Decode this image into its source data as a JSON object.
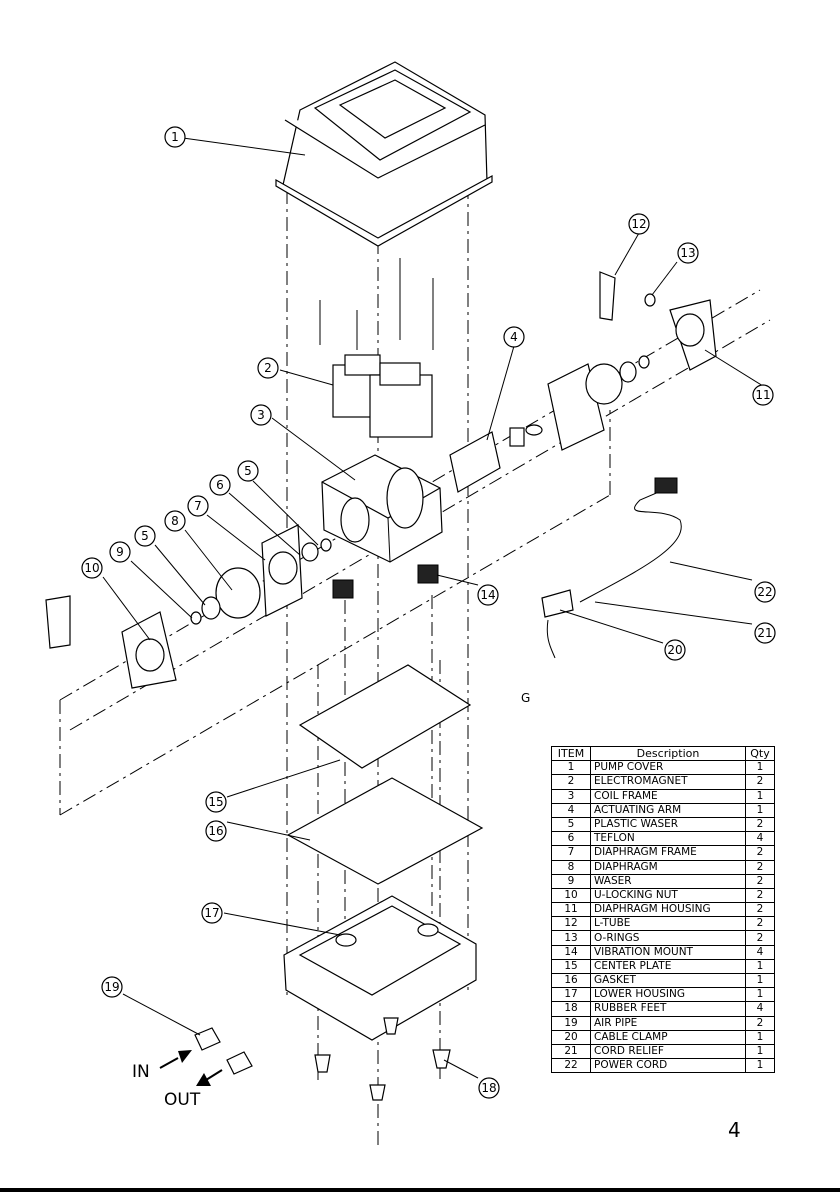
{
  "callouts": [
    {
      "n": "1",
      "target": "pump-cover"
    },
    {
      "n": "2",
      "target": "electromagnet"
    },
    {
      "n": "3",
      "target": "coil-frame"
    },
    {
      "n": "4",
      "target": "actuating-arm"
    },
    {
      "n": "5",
      "target": "plastic-waser"
    },
    {
      "n": "5",
      "target": "plastic-waser"
    },
    {
      "n": "6",
      "target": "teflon"
    },
    {
      "n": "7",
      "target": "diaphragm-frame"
    },
    {
      "n": "8",
      "target": "diaphragm"
    },
    {
      "n": "9",
      "target": "waser"
    },
    {
      "n": "10",
      "target": "u-locking-nut"
    },
    {
      "n": "11",
      "target": "diaphragm-housing"
    },
    {
      "n": "12",
      "target": "l-tube"
    },
    {
      "n": "13",
      "target": "o-rings"
    },
    {
      "n": "14",
      "target": "vibration-mount"
    },
    {
      "n": "15",
      "target": "center-plate"
    },
    {
      "n": "16",
      "target": "gasket"
    },
    {
      "n": "17",
      "target": "lower-housing"
    },
    {
      "n": "18",
      "target": "rubber-feet"
    },
    {
      "n": "19",
      "target": "air-pipe"
    },
    {
      "n": "20",
      "target": "cable-clamp"
    },
    {
      "n": "21",
      "target": "cord-relief"
    },
    {
      "n": "22",
      "target": "power-cord"
    }
  ],
  "ground_label": "G",
  "flow_labels": {
    "in": "IN",
    "out": "OUT"
  },
  "table": {
    "headers": {
      "item": "ITEM",
      "description": "Description",
      "qty": "Qty"
    },
    "rows": [
      {
        "item": "1",
        "description": "PUMP COVER",
        "qty": "1"
      },
      {
        "item": "2",
        "description": "ELECTROMAGNET",
        "qty": "2"
      },
      {
        "item": "3",
        "description": "COIL FRAME",
        "qty": "1"
      },
      {
        "item": "4",
        "description": "ACTUATING ARM",
        "qty": "1"
      },
      {
        "item": "5",
        "description": "PLASTIC WASER",
        "qty": "2"
      },
      {
        "item": "6",
        "description": "TEFLON",
        "qty": "4"
      },
      {
        "item": "7",
        "description": "DIAPHRAGM FRAME",
        "qty": "2"
      },
      {
        "item": "8",
        "description": "DIAPHRAGM",
        "qty": "2"
      },
      {
        "item": "9",
        "description": "WASER",
        "qty": "2"
      },
      {
        "item": "10",
        "description": "U-LOCKING NUT",
        "qty": "2"
      },
      {
        "item": "11",
        "description": "DIAPHRAGM HOUSING",
        "qty": "2"
      },
      {
        "item": "12",
        "description": "L-TUBE",
        "qty": "2"
      },
      {
        "item": "13",
        "description": "O-RINGS",
        "qty": "2"
      },
      {
        "item": "14",
        "description": "VIBRATION MOUNT",
        "qty": "4"
      },
      {
        "item": "15",
        "description": "CENTER PLATE",
        "qty": "1"
      },
      {
        "item": "16",
        "description": "GASKET",
        "qty": "1"
      },
      {
        "item": "17",
        "description": "LOWER HOUSING",
        "qty": "1"
      },
      {
        "item": "18",
        "description": "RUBBER FEET",
        "qty": "4"
      },
      {
        "item": "19",
        "description": "AIR PIPE",
        "qty": "2"
      },
      {
        "item": "20",
        "description": "CABLE CLAMP",
        "qty": "1"
      },
      {
        "item": "21",
        "description": "CORD RELIEF",
        "qty": "1"
      },
      {
        "item": "22",
        "description": "POWER CORD",
        "qty": "1"
      }
    ]
  },
  "page_number": "4"
}
